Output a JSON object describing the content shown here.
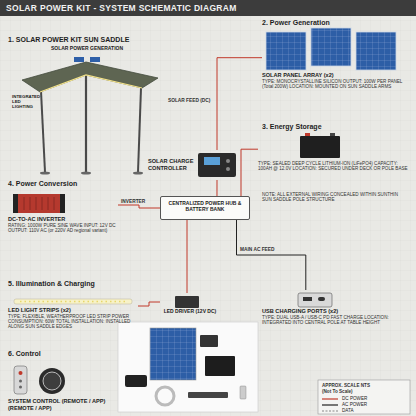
{
  "diagram": {
    "title": "SOLAR POWER KIT - SYSTEM SCHEMATIC DIAGRAM",
    "nodes": [
      {
        "text": [
          "SOLAR POWER GENERATION",
          "INTEGRATED LED LIGHTING"
        ]
      },
      {
        "text": [
          "SOLAR PANEL ARRAY (x2)",
          "TYPE: MONOCRYSTALLINE SILICON OUTPUT: 100W PER PANEL (Total 200W) LOCATION: MOUNTED ON SUN SADDLE ARMS"
        ]
      },
      {
        "text": [
          "SOLAR CHARGE CONTROLLER"
        ]
      },
      {
        "text": [
          "TYPE: SEALED DEEP CYCLE LITHIUM-ION (LiFePO4) CAPACITY: 100AH @ 12.0V LOCATION: SECURED UNDER DECK OR POLE BASE"
        ]
      },
      {
        "text": [
          "DC-TO-AC INVERTER",
          "RATING: 1000W PURE SINE WAVE INPUT: 12V DC OUTPUT: 110V AC (or 220V AD regional variant)"
        ]
      },
      {
        "text": [
          "CENTRALIZED POWER HUB & BATTERY BANK"
        ]
      },
      {
        "text": [
          "LED LIGHT STRIPS (x2)",
          "TYPE: FLEXIBLE, WEATHERPROOF LED STRIP POWER CONSUMPTION: 60W TOTAL INSTALLATION: INSTALLED ALONG SUN SADDLE EDGES"
        ]
      },
      {
        "text": [
          "LED DRIVER (12V DC)"
        ]
      },
      {
        "text": [
          "USB CHARGING PORTS (x2)",
          "TYPE: DUAL USB-A / USB-C PD FAST CHARGE LOCATION: INTEGRATED INTO CENTRAL POLE AT TABLE HEIGHT"
        ]
      },
      {
        "text": [
          "SYSTEM CONTROL (REMOTE / APP) (REMOTE / APP)"
        ]
      }
    ],
    "edges": [
      {
        "from": 1,
        "to": 2,
        "label": "SOLAR FEED (DC)",
        "arrow": "none"
      },
      {
        "from": 2,
        "to": 5,
        "arrow": "none"
      },
      {
        "from": 3,
        "to": 5,
        "arrow": "none"
      },
      {
        "from": 5,
        "to": 4,
        "label": "INVERTER",
        "arrow": "none"
      },
      {
        "from": 5,
        "to": 7,
        "arrow": "none"
      },
      {
        "from": 7,
        "to": 6,
        "arrow": "none"
      },
      {
        "from": 5,
        "to": 8,
        "label": "MAIN AC FEED",
        "arrow": "none"
      }
    ],
    "labels": [
      "1. SOLAR POWER KIT SUN SADDLE",
      "2. Power Generation",
      "3. Energy Storage",
      "NOTE: ALL EXTERNAL WIRING CONCEALED WITHIN SUNTHIN SUN SADDLE POLE STRUCTURE",
      "4. Power Conversion",
      "5. Illumination & Charging",
      "6. Control",
      "APPROX. SCALE NTS",
      "(Not To Scale)"
    ],
    "legend": [
      {
        "text": "DC POWER"
      },
      {
        "text": "AC POWER"
      },
      {
        "text": "DATA"
      }
    ]
  }
}
